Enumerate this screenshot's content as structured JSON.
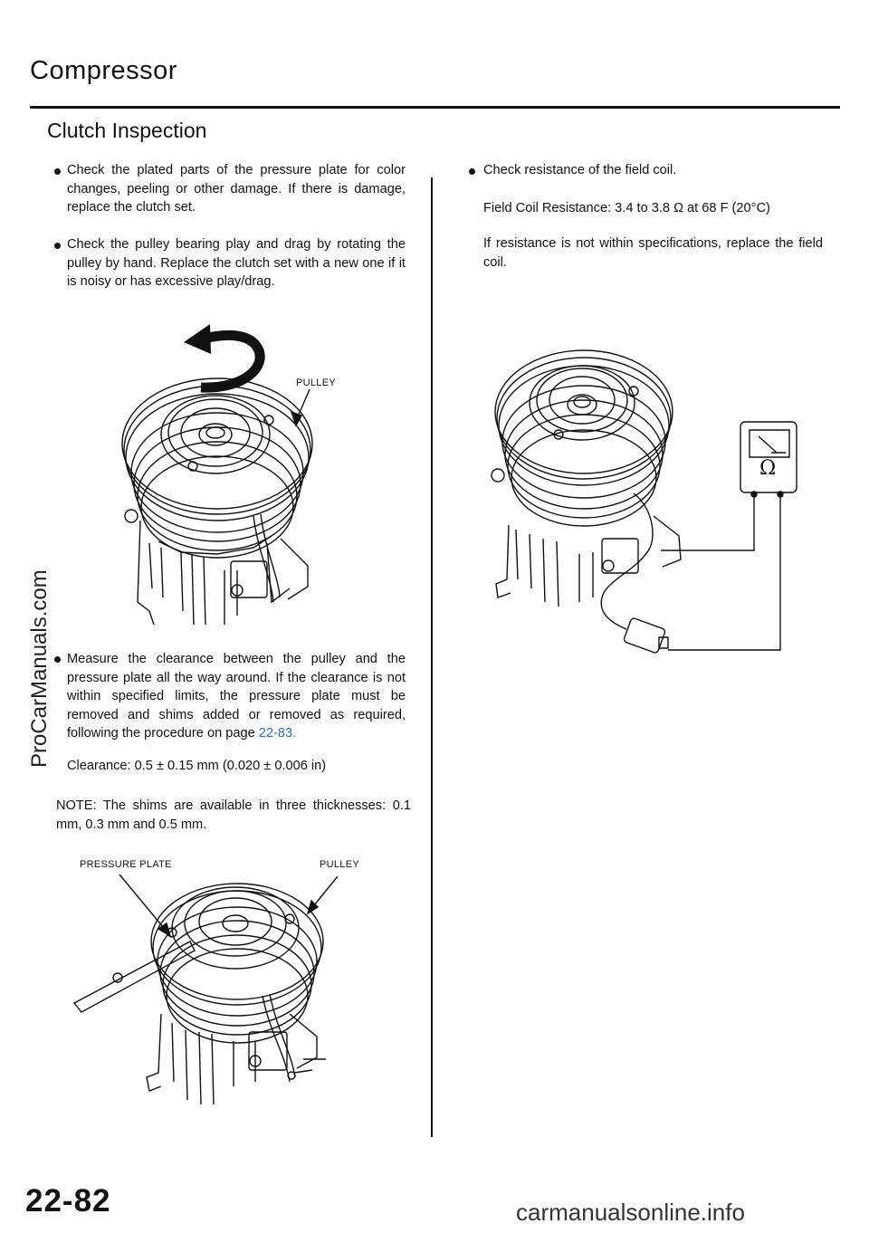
{
  "header": {
    "title": "Compressor",
    "section": "Clutch Inspection"
  },
  "left": {
    "bullet1": "Check the plated parts of the pressure plate for color changes, peeling or other damage. If there is damage, replace the clutch set.",
    "bullet2": "Check the pulley bearing play and drag by rotating the pulley by hand. Replace the clutch set with a new one if it is noisy or has excessive play/drag.",
    "fig1_label": "PULLEY",
    "bullet3_text": "Measure the clearance between the pulley and the pressure plate all the way around. If the clearance is not within specified limits, the pressure plate must be removed and shims added or removed as required, following the procedure on page",
    "bullet3_link": "22-83.",
    "clearance": "Clearance: 0.5 ± 0.15 mm (0.020 ± 0.006 in)",
    "note": "NOTE: The shims are available in three thicknesses: 0.1 mm, 0.3 mm and 0.5 mm.",
    "fig3_label_left": "PRESSURE PLATE",
    "fig3_label_right": "PULLEY"
  },
  "right": {
    "bullet1": "Check resistance of the field coil.",
    "spec": "Field Coil Resistance: 3.4 to 3.8 Ω at 68 F (20°C)",
    "instruction": "If resistance is not within specifications, replace the field coil.",
    "meter_symbol": "Ω"
  },
  "footer": {
    "page_number": "22-82",
    "watermark_side": "ProCarManuals.com",
    "watermark_bottom": "carmanualsonline.info"
  },
  "colors": {
    "link": "#2e6fb8",
    "ink": "#111111"
  }
}
